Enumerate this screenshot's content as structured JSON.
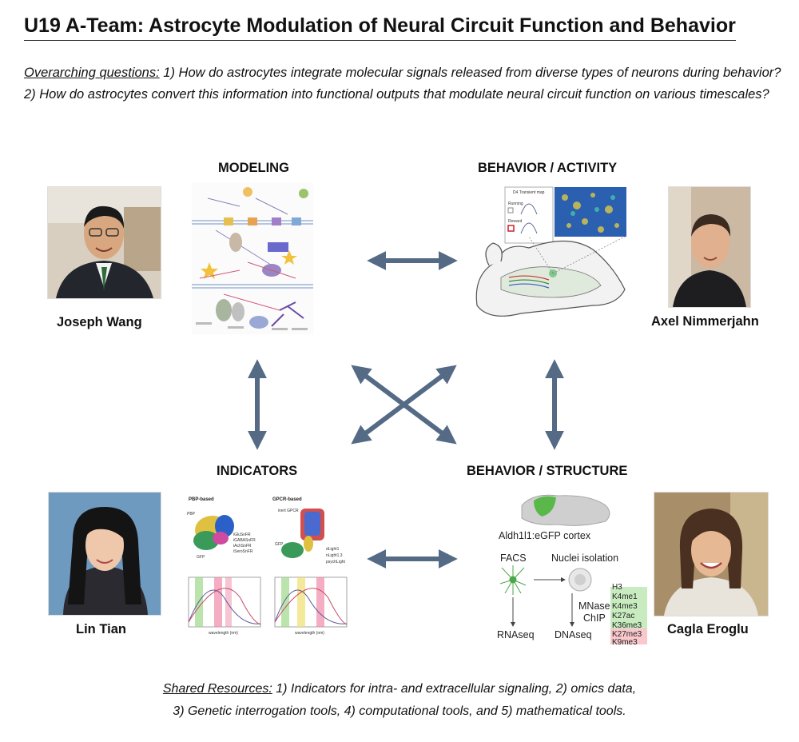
{
  "title": "U19 A-Team: Astrocyte Modulation of Neural Circuit Function and Behavior",
  "questions": {
    "label": "Overarching questions:",
    "text": " 1) How do astrocytes integrate molecular signals released from diverse types of neurons during behavior? 2) How do astrocytes convert this information into functional outputs that modulate neural circuit function on various timescales?"
  },
  "sections": {
    "modeling": "MODELING",
    "behavior_activity": "BEHAVIOR / ACTIVITY",
    "indicators": "INDICATORS",
    "behavior_structure": "BEHAVIOR / STRUCTURE"
  },
  "people": {
    "top_left": "Joseph Wang",
    "top_right": "Axel Nimmerjahn",
    "bottom_left": "Lin Tian",
    "bottom_right": "Cagla Eroglu"
  },
  "figures": {
    "activity_map_title": "D4 Transient map",
    "activity_running": "Running",
    "activity_reward": "Reward",
    "pbp_based": "PBP-based",
    "gpcr_based": "GPCR-based",
    "pbp": "PBP",
    "gfp": "GFP",
    "inert_gpcr": "inert GPCR",
    "pbp_sensors": [
      "iGluSnFR",
      "iGABASnFR",
      "iAchSnFR",
      "iSeroSnFR"
    ],
    "gpcr_sensors": [
      "dLight1",
      "nLight1.3",
      "psychLight"
    ],
    "wavelength": "wavelength (nm)",
    "aldh": "Aldh1l1:eGFP cortex",
    "facs": "FACS",
    "nuclei": "Nuclei isolation",
    "mnase": "MNase",
    "chip": "ChIP",
    "rnaseq": "RNAseq",
    "dnaseq": "DNAseq",
    "marks_green": [
      "H3",
      "K4me1",
      "K4me3",
      "K27ac",
      "K36me3"
    ],
    "marks_red": [
      "K27me3",
      "K9me3"
    ]
  },
  "shared": {
    "label": "Shared Resources:",
    "line1": " 1) Indicators for intra- and extracellular signaling, 2) omics data,",
    "line2": "3) Genetic interrogation tools, 4) computational tools, and 5) mathematical tools."
  },
  "colors": {
    "arrow": "#546a85",
    "text": "#111111"
  }
}
